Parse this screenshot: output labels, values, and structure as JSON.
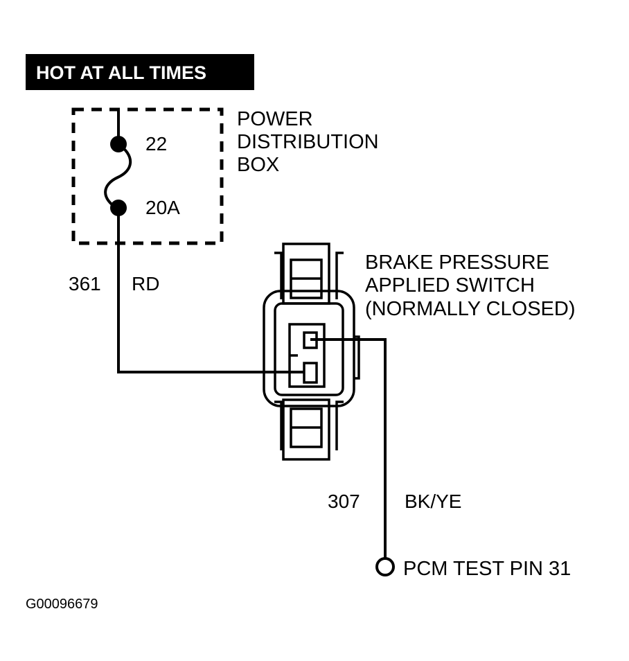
{
  "banner": "HOT AT ALL TIMES",
  "power_distribution_box": {
    "label_lines": [
      "POWER",
      "DISTRIBUTION",
      "BOX"
    ],
    "fuse_number": "22",
    "fuse_rating": "20A"
  },
  "wire_361": {
    "circuit": "361",
    "color": "RD"
  },
  "switch": {
    "label_lines": [
      "BRAKE PRESSURE",
      "APPLIED SWITCH",
      "(NORMALLY CLOSED)"
    ]
  },
  "wire_307": {
    "circuit": "307",
    "color": "BK/YE"
  },
  "test_pin": "PCM TEST PIN 31",
  "figure_id": "G00096679"
}
